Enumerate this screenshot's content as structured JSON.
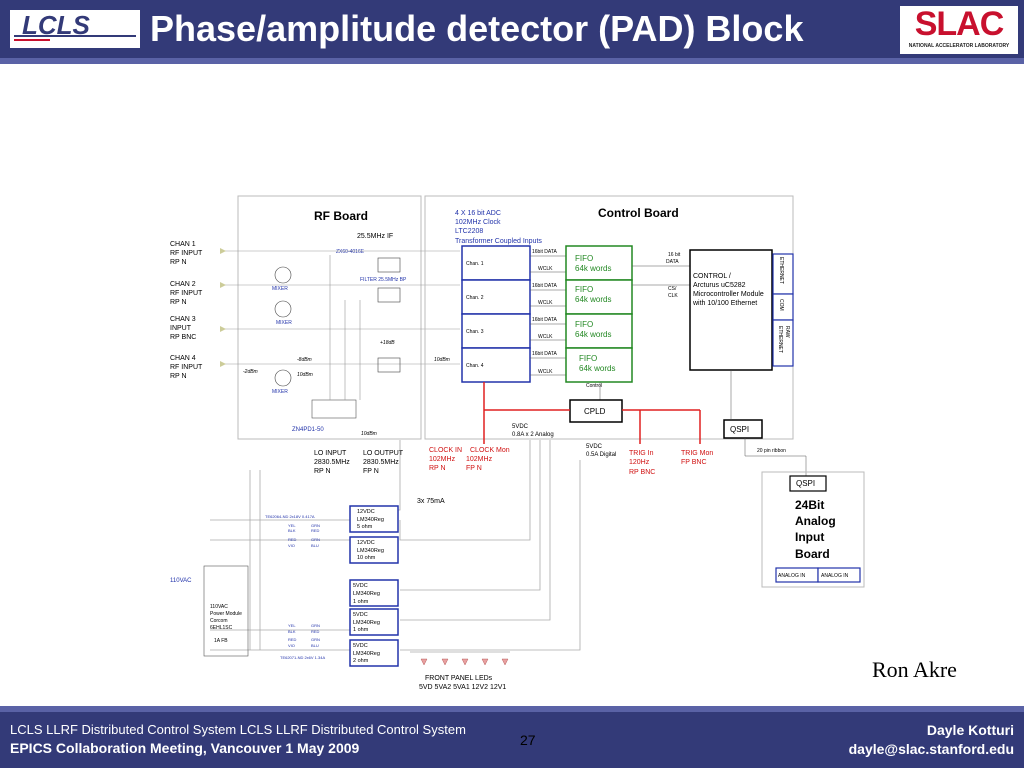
{
  "header": {
    "logo": "LCLS",
    "title": "Phase/amplitude detector (PAD) Block",
    "slac_logo": "SLAC",
    "slac_sub": "NATIONAL ACCELERATOR LABORATORY"
  },
  "diagram": {
    "rf_board": {
      "title": "RF Board",
      "if_label": "25.5MHz IF",
      "amp_part": "ZX60-4016E",
      "filter": "FILTER 25.5MHz BP",
      "gain": "+18dB",
      "lvl_8": "-8dBm",
      "lvl_2": "-2dBm",
      "lvl_10a": "10dBm",
      "lvl_10b": "10dBm",
      "lvl_10c": "10dBm",
      "splitter": "ZN4PD1-50",
      "mixer": "MIXER"
    },
    "inputs": [
      {
        "l1": "CHAN 1",
        "l2": "RF INPUT",
        "l3": "RP N"
      },
      {
        "l1": "CHAN 2",
        "l2": "RF INPUT",
        "l3": "RP N"
      },
      {
        "l1": "CHAN 3",
        "l2": "INPUT",
        "l3": "RP BNC"
      },
      {
        "l1": "CHAN 4",
        "l2": "RF INPUT",
        "l3": "RP N"
      }
    ],
    "lo_input": {
      "l1": "LO INPUT",
      "l2": "2830.5MHz",
      "l3": "RP N"
    },
    "lo_output": {
      "l1": "LO OUTPUT",
      "l2": "2830.5MHz",
      "l3": "FP N"
    },
    "adc": {
      "l1": "4 X 16 bit ADC",
      "l2": "102MHz Clock",
      "l3": "LTC2208",
      "l4": "Transformer Coupled Inputs"
    },
    "control_board": {
      "title": "Control Board",
      "data16": "16bit DATA",
      "wclk": "WCLK",
      "fifo1": "FIFO",
      "fifo2": "64k words",
      "chans": [
        "Chan. 1",
        "Chan. 2",
        "Chan. 3",
        "Chan. 4"
      ],
      "data16b": "16 bit",
      "data16c": "DATA",
      "cs": "CS/",
      "clk": "CLK",
      "control": "Control",
      "cpld": "CPLD"
    },
    "controller": {
      "l1": "CONTROL /",
      "l2": "Arcturus uC5282",
      "l3": "Microcontroller Module",
      "l4": "with 10/100 Ethernet",
      "ethernet": "ETHERNET",
      "com": "COM",
      "raw1": "RAW",
      "raw2": "ETHERNET"
    },
    "qspi": "QSPI",
    "ribbon": "20 pin ribbon",
    "analog": {
      "qspi": "QSPI",
      "l1": "24Bit",
      "l2": "Analog",
      "l3": "Input",
      "l4": "Board",
      "in1": "ANALOG IN",
      "in2": "ANALOG IN"
    },
    "power5": {
      "l1": "5VDC",
      "l2": "0.8A x 2 Analog"
    },
    "power5d": {
      "l1": "5VDC",
      "l2": "0.5A Digital"
    },
    "clock_in": {
      "l1": "CLOCK IN",
      "l2": "102MHz",
      "l3": "RP N"
    },
    "clock_mon": {
      "l1": "CLOCK Mon",
      "l2": "102MHz",
      "l3": "FP N"
    },
    "trig_in": {
      "l1": "TRIG In",
      "l2": "120Hz",
      "l3": "RP BNC"
    },
    "trig_mon": {
      "l1": "TRIG Mon",
      "l2": "FP BNC"
    },
    "current": "3x 75mA",
    "xfmr1": "TE62064-ND 2x18V 0.417A",
    "xfmr2": "TE62071-ND 2x6V 1.34A",
    "yel": "YEL",
    "blk": "BLK",
    "red": "RED",
    "vio": "VIO",
    "grn": "GRN",
    "blu": "BLU",
    "vac": "110VAC",
    "psmod": {
      "l1": "110VAC",
      "l2": "Power Module",
      "l3": "Corcom",
      "l4": "6EHL1SC",
      "fuse": "1A FB"
    },
    "regs": [
      {
        "l1": "12VDC",
        "l2": "LM340Reg",
        "l3": "5 ohm"
      },
      {
        "l1": "12VDC",
        "l2": "LM340Reg",
        "l3": "10 ohm"
      },
      {
        "l1": "5VDC",
        "l2": "LM340Reg",
        "l3": "1 ohm"
      },
      {
        "l1": "5VDC",
        "l2": "LM340Reg",
        "l3": "1 ohm"
      },
      {
        "l1": "5VDC",
        "l2": "LM340Reg",
        "l3": "2 ohm"
      }
    ],
    "leds": {
      "l1": "FRONT PANEL LEDs",
      "l2": "5VD  5VA2  5VA1  12V2  12V1"
    }
  },
  "author": "Ron Akre",
  "footer": {
    "line1": "LCLS LLRF Distributed Control System LCLS LLRF Distributed Control System",
    "line2": "EPICS Collaboration Meeting, Vancouver 1 May 2009",
    "page": "27",
    "author": "Dayle Kotturi",
    "email": "dayle@slac.stanford.edu"
  }
}
